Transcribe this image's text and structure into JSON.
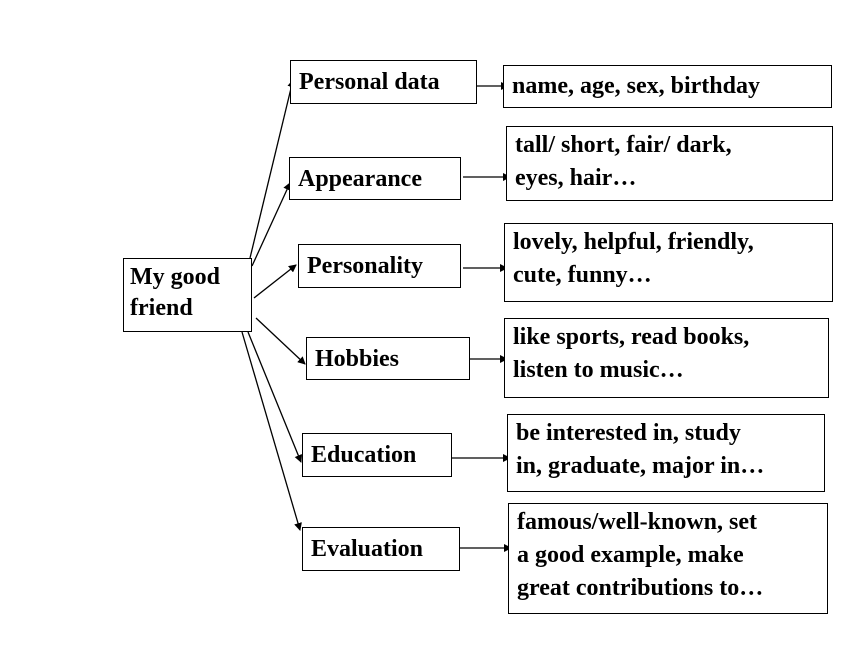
{
  "root": {
    "line1": "My good",
    "line2": "friend"
  },
  "categories": [
    {
      "label": "Personal data",
      "details": [
        "name, age, sex, birthday"
      ]
    },
    {
      "label": "Appearance",
      "details": [
        "tall/ short, fair/ dark,",
        "eyes, hair…"
      ]
    },
    {
      "label": "Personality",
      "details": [
        "lovely, helpful, friendly,",
        "cute, funny…"
      ]
    },
    {
      "label": "Hobbies",
      "details": [
        "like sports, read books,",
        "listen to music…"
      ]
    },
    {
      "label": "Education",
      "details": [
        "be interested in, study",
        "in, graduate, major in…"
      ]
    },
    {
      "label": "Evaluation",
      "details": [
        "famous/well-known, set",
        "a good example, make",
        "great contributions to…"
      ]
    }
  ]
}
